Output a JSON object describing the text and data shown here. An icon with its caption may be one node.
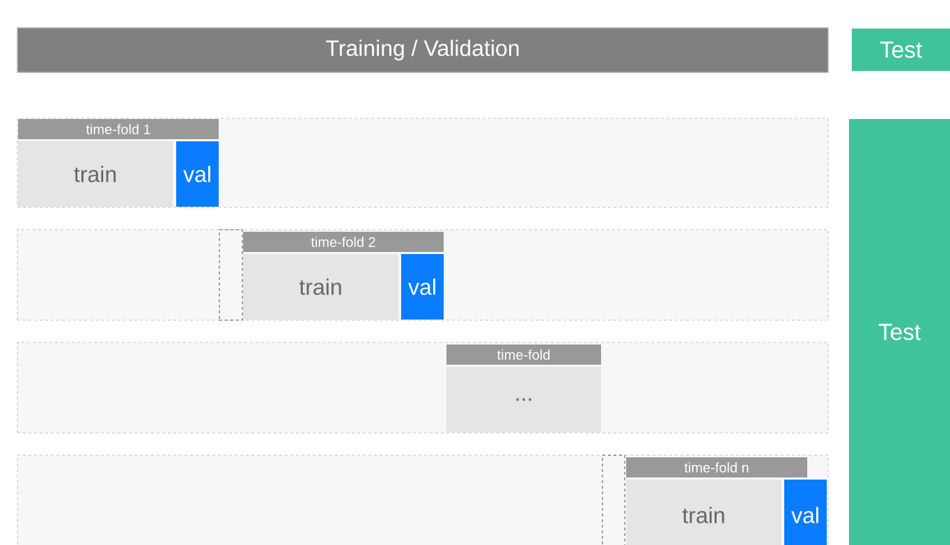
{
  "diagram": {
    "nodes": [
      {
        "text": [
          "Training / Validation"
        ]
      },
      {
        "text": [
          "Test"
        ]
      },
      {
        "text": [],
        "shape": "box"
      },
      {
        "text": [
          "time-fold 1"
        ],
        "in": 2
      },
      {
        "text": [
          "train"
        ],
        "in": 2
      },
      {
        "text": [
          "val"
        ],
        "in": 2
      },
      {
        "text": [],
        "shape": "box"
      },
      {
        "text": [],
        "shape": "box",
        "in": 6
      },
      {
        "text": [
          "time-fold 2"
        ],
        "in": 6
      },
      {
        "text": [
          "train"
        ],
        "in": 6
      },
      {
        "text": [
          "val"
        ],
        "in": 6
      },
      {
        "text": [],
        "shape": "box"
      },
      {
        "text": [
          "time-fold"
        ],
        "in": 11
      },
      {
        "text": [
          "..."
        ],
        "in": 11
      },
      {
        "text": [],
        "shape": "box"
      },
      {
        "text": [],
        "shape": "box",
        "in": 14
      },
      {
        "text": [
          "time-fold n"
        ],
        "in": 14
      },
      {
        "text": [
          "train"
        ],
        "in": 14
      },
      {
        "text": [
          "val"
        ],
        "in": 14
      },
      {
        "text": [
          "Test"
        ]
      }
    ]
  }
}
